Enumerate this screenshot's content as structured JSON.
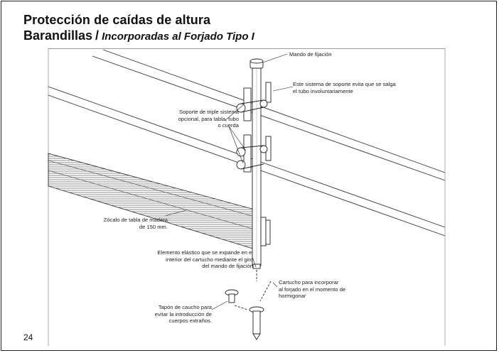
{
  "header": {
    "title": "Protección de caídas de altura",
    "subtitle_main": "Barandillas",
    "subtitle_separator": "/",
    "subtitle_detail": "Incorporadas al Forjado Tipo I"
  },
  "callouts": {
    "mando": "Mando de fijación",
    "sistema_l1": "Este sistema de soporte evita que se salga",
    "sistema_l2": "el tubo involuntariamente",
    "soporte_l1": "Soporte de triple sistema",
    "soporte_l2": "opcional, para tabla, tubo",
    "soporte_l3": "o cuerda",
    "zocalo_l1": "Zócalo de tabla de madera",
    "zocalo_l2": "de 150 mm.",
    "elemento_l1": "Elemento elástico que se expande en el",
    "elemento_l2": "interior del cartucho mediante el giro",
    "elemento_l3": "del mando de fijación",
    "cartucho_l1": "Cartucho para incorporar",
    "cartucho_l2": "al forjado en el momento de",
    "cartucho_l3": "hormigonar",
    "tapon_l1": "Tapón de caucho para",
    "tapon_l2": "evitar la introducción de",
    "tapon_l3": "cuerpos extraños."
  },
  "footer": {
    "page_number": "24"
  }
}
